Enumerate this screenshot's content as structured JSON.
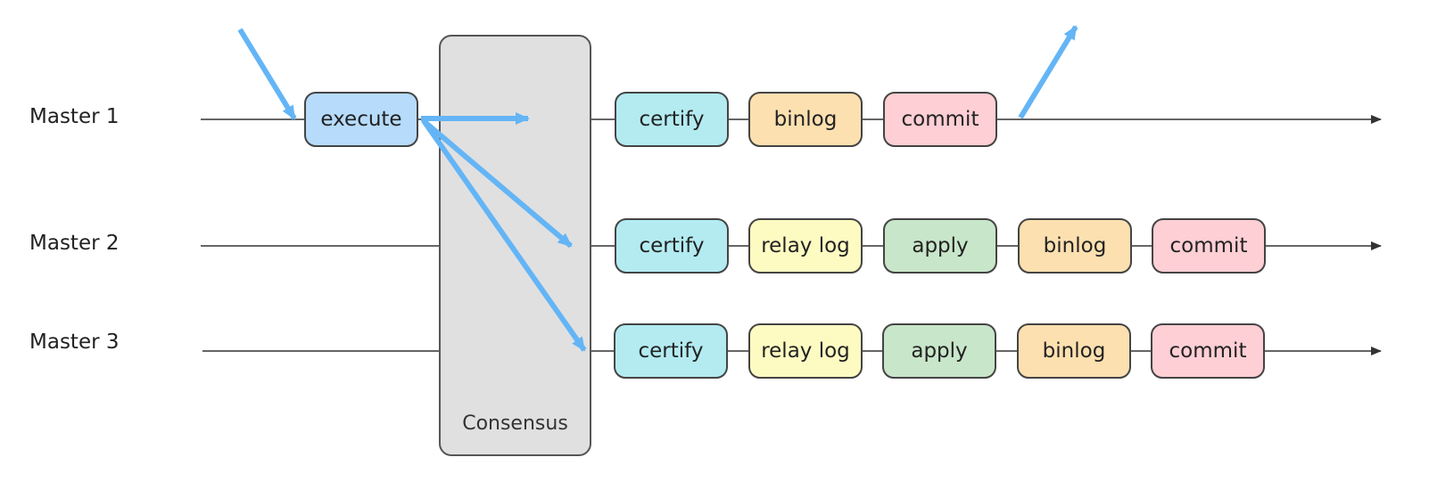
{
  "diagram": {
    "colors": {
      "flow_arrow": "#64b5f6",
      "timeline": "#333333",
      "consensus_fill": "#e0e0e0",
      "execute": "#b6dbfb",
      "certify": "#b3ebf1",
      "binlog": "#fde0b0",
      "commit": "#fecfd4",
      "relay_log": "#fefbc2",
      "apply": "#c8e6c9"
    },
    "consensus_label": "Consensus",
    "rows": [
      {
        "label": "Master 1",
        "steps": [
          {
            "label": "execute",
            "kind": "execute"
          },
          {
            "label": "certify",
            "kind": "certify"
          },
          {
            "label": "binlog",
            "kind": "binlog"
          },
          {
            "label": "commit",
            "kind": "commit"
          }
        ]
      },
      {
        "label": "Master 2",
        "steps": [
          {
            "label": "certify",
            "kind": "certify"
          },
          {
            "label": "relay log",
            "kind": "relay_log"
          },
          {
            "label": "apply",
            "kind": "apply"
          },
          {
            "label": "binlog",
            "kind": "binlog"
          },
          {
            "label": "commit",
            "kind": "commit"
          }
        ]
      },
      {
        "label": "Master 3",
        "steps": [
          {
            "label": "certify",
            "kind": "certify"
          },
          {
            "label": "relay log",
            "kind": "relay_log"
          },
          {
            "label": "apply",
            "kind": "apply"
          },
          {
            "label": "binlog",
            "kind": "binlog"
          },
          {
            "label": "commit",
            "kind": "commit"
          }
        ]
      }
    ]
  }
}
